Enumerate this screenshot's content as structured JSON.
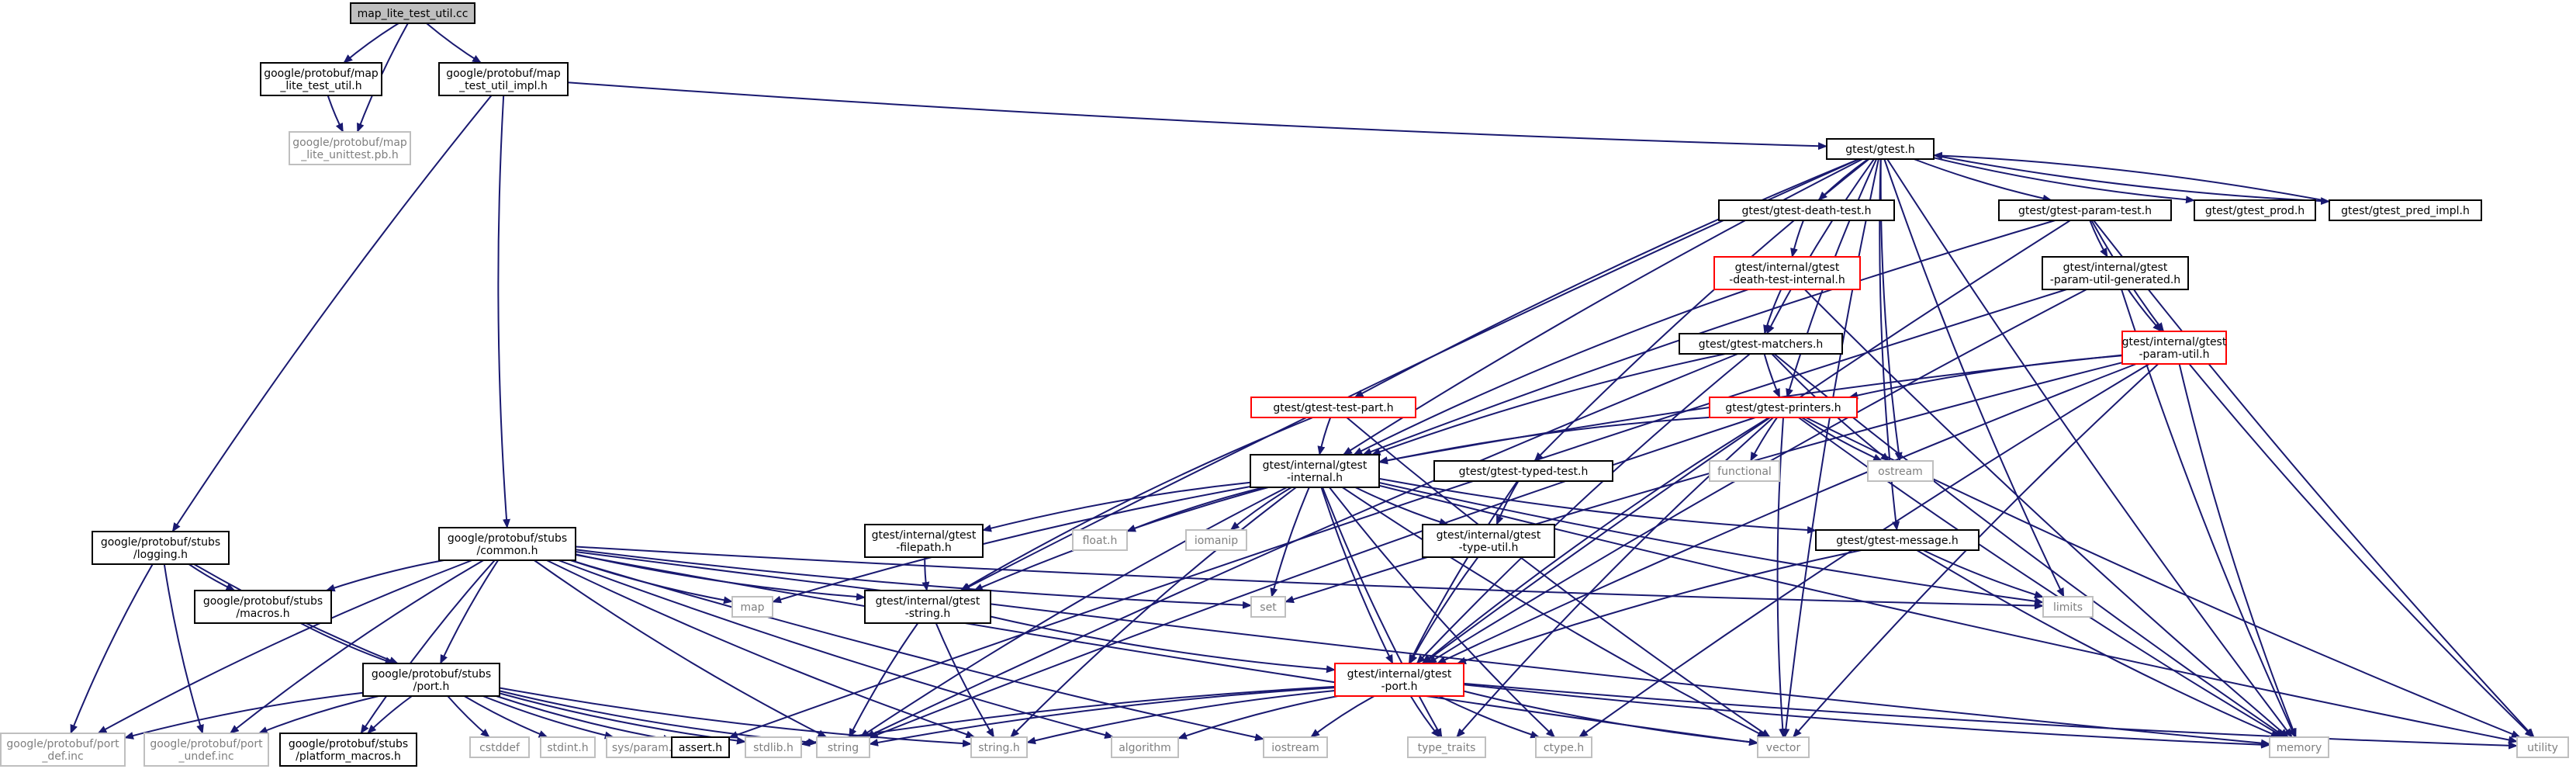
{
  "graph": {
    "nodes": [
      {
        "id": "map_lite_test_util_cc",
        "lines": [
          "map_lite_test_util.cc"
        ],
        "style": "root"
      },
      {
        "id": "map_lite_test_util_h",
        "lines": [
          "google/protobuf/map",
          "_lite_test_util.h"
        ],
        "style": "normal"
      },
      {
        "id": "map_test_util_impl_h",
        "lines": [
          "google/protobuf/map",
          "_test_util_impl.h"
        ],
        "style": "normal"
      },
      {
        "id": "map_lite_unittest_pb_h",
        "lines": [
          "google/protobuf/map",
          "_lite_unittest.pb.h"
        ],
        "style": "external"
      },
      {
        "id": "gtest_h",
        "lines": [
          "gtest/gtest.h"
        ],
        "style": "normal"
      },
      {
        "id": "gtest_death_test_h",
        "lines": [
          "gtest/gtest-death-test.h"
        ],
        "style": "normal"
      },
      {
        "id": "gtest_param_test_h",
        "lines": [
          "gtest/gtest-param-test.h"
        ],
        "style": "normal"
      },
      {
        "id": "gtest_prod_h",
        "lines": [
          "gtest/gtest_prod.h"
        ],
        "style": "normal"
      },
      {
        "id": "gtest_pred_impl_h",
        "lines": [
          "gtest/gtest_pred_impl.h"
        ],
        "style": "normal"
      },
      {
        "id": "death_test_internal_h",
        "lines": [
          "gtest/internal/gtest",
          "-death-test-internal.h"
        ],
        "style": "truncated"
      },
      {
        "id": "param_util_generated_h",
        "lines": [
          "gtest/internal/gtest",
          "-param-util-generated.h"
        ],
        "style": "normal"
      },
      {
        "id": "param_util_h",
        "lines": [
          "gtest/internal/gtest",
          "-param-util.h"
        ],
        "style": "truncated"
      },
      {
        "id": "gtest_matchers_h",
        "lines": [
          "gtest/gtest-matchers.h"
        ],
        "style": "normal"
      },
      {
        "id": "gtest_test_part_h",
        "lines": [
          "gtest/gtest-test-part.h"
        ],
        "style": "truncated"
      },
      {
        "id": "gtest_printers_h",
        "lines": [
          "gtest/gtest-printers.h"
        ],
        "style": "truncated"
      },
      {
        "id": "gtest_internal_h",
        "lines": [
          "gtest/internal/gtest",
          "-internal.h"
        ],
        "style": "normal"
      },
      {
        "id": "gtest_typed_test_h",
        "lines": [
          "gtest/gtest-typed-test.h"
        ],
        "style": "normal"
      },
      {
        "id": "functional",
        "lines": [
          "functional"
        ],
        "style": "external"
      },
      {
        "id": "ostream",
        "lines": [
          "ostream"
        ],
        "style": "external"
      },
      {
        "id": "filepath_h",
        "lines": [
          "gtest/internal/gtest",
          "-filepath.h"
        ],
        "style": "normal"
      },
      {
        "id": "float_h",
        "lines": [
          "float.h"
        ],
        "style": "external"
      },
      {
        "id": "iomanip",
        "lines": [
          "iomanip"
        ],
        "style": "external"
      },
      {
        "id": "type_util_h",
        "lines": [
          "gtest/internal/gtest",
          "-type-util.h"
        ],
        "style": "normal"
      },
      {
        "id": "gtest_message_h",
        "lines": [
          "gtest/gtest-message.h"
        ],
        "style": "normal"
      },
      {
        "id": "logging_h",
        "lines": [
          "google/protobuf/stubs",
          "/logging.h"
        ],
        "style": "normal"
      },
      {
        "id": "common_h",
        "lines": [
          "google/protobuf/stubs",
          "/common.h"
        ],
        "style": "normal"
      },
      {
        "id": "map",
        "lines": [
          "map"
        ],
        "style": "external"
      },
      {
        "id": "set",
        "lines": [
          "set"
        ],
        "style": "external"
      },
      {
        "id": "gtest_string_h",
        "lines": [
          "gtest/internal/gtest",
          "-string.h"
        ],
        "style": "normal"
      },
      {
        "id": "limits",
        "lines": [
          "limits"
        ],
        "style": "external"
      },
      {
        "id": "macros_h",
        "lines": [
          "google/protobuf/stubs",
          "/macros.h"
        ],
        "style": "normal"
      },
      {
        "id": "port_h",
        "lines": [
          "google/protobuf/stubs",
          "/port.h"
        ],
        "style": "normal"
      },
      {
        "id": "gtest_port_h",
        "lines": [
          "gtest/internal/gtest",
          "-port.h"
        ],
        "style": "truncated"
      },
      {
        "id": "port_def_inc",
        "lines": [
          "google/protobuf/port",
          "_def.inc"
        ],
        "style": "external"
      },
      {
        "id": "port_undef_inc",
        "lines": [
          "google/protobuf/port",
          "_undef.inc"
        ],
        "style": "external"
      },
      {
        "id": "platform_macros_h",
        "lines": [
          "google/protobuf/stubs",
          "/platform_macros.h"
        ],
        "style": "normal"
      },
      {
        "id": "cstddef",
        "lines": [
          "cstddef"
        ],
        "style": "external"
      },
      {
        "id": "stdint_h",
        "lines": [
          "stdint.h"
        ],
        "style": "external"
      },
      {
        "id": "sys_param_h",
        "lines": [
          "sys/param.h"
        ],
        "style": "external"
      },
      {
        "id": "assert_h",
        "lines": [
          "assert.h"
        ],
        "style": "normal"
      },
      {
        "id": "stdlib_h",
        "lines": [
          "stdlib.h"
        ],
        "style": "external"
      },
      {
        "id": "string",
        "lines": [
          "string"
        ],
        "style": "external"
      },
      {
        "id": "string_h",
        "lines": [
          "string.h"
        ],
        "style": "external"
      },
      {
        "id": "algorithm",
        "lines": [
          "algorithm"
        ],
        "style": "external"
      },
      {
        "id": "iostream",
        "lines": [
          "iostream"
        ],
        "style": "external"
      },
      {
        "id": "type_traits",
        "lines": [
          "type_traits"
        ],
        "style": "external"
      },
      {
        "id": "ctype_h",
        "lines": [
          "ctype.h"
        ],
        "style": "external"
      },
      {
        "id": "vector",
        "lines": [
          "vector"
        ],
        "style": "external"
      },
      {
        "id": "memory",
        "lines": [
          "memory"
        ],
        "style": "external"
      },
      {
        "id": "utility",
        "lines": [
          "utility"
        ],
        "style": "external"
      }
    ],
    "edges": [
      [
        "map_lite_test_util_cc",
        "map_lite_test_util_h"
      ],
      [
        "map_lite_test_util_cc",
        "map_test_util_impl_h"
      ],
      [
        "map_lite_test_util_cc",
        "map_lite_unittest_pb_h"
      ],
      [
        "map_lite_test_util_h",
        "map_lite_unittest_pb_h"
      ],
      [
        "map_test_util_impl_h",
        "gtest_h"
      ],
      [
        "map_test_util_impl_h",
        "logging_h"
      ],
      [
        "map_test_util_impl_h",
        "common_h"
      ],
      [
        "gtest_h",
        "gtest_death_test_h"
      ],
      [
        "gtest_h",
        "gtest_param_test_h"
      ],
      [
        "gtest_h",
        "gtest_prod_h"
      ],
      [
        "gtest_h",
        "gtest_pred_impl_h"
      ],
      [
        "gtest_h",
        "gtest_matchers_h"
      ],
      [
        "gtest_h",
        "gtest_test_part_h"
      ],
      [
        "gtest_h",
        "gtest_printers_h"
      ],
      [
        "gtest_h",
        "gtest_internal_h"
      ],
      [
        "gtest_h",
        "gtest_typed_test_h"
      ],
      [
        "gtest_h",
        "ostream"
      ],
      [
        "gtest_h",
        "gtest_message_h"
      ],
      [
        "gtest_h",
        "gtest_string_h"
      ],
      [
        "gtest_h",
        "limits"
      ],
      [
        "gtest_h",
        "vector"
      ],
      [
        "gtest_h",
        "memory"
      ],
      [
        "gtest_pred_impl_h",
        "gtest_h"
      ],
      [
        "gtest_death_test_h",
        "death_test_internal_h"
      ],
      [
        "death_test_internal_h",
        "gtest_matchers_h"
      ],
      [
        "death_test_internal_h",
        "gtest_internal_h"
      ],
      [
        "death_test_internal_h",
        "memory"
      ],
      [
        "gtest_param_test_h",
        "param_util_generated_h"
      ],
      [
        "gtest_param_test_h",
        "param_util_h"
      ],
      [
        "gtest_param_test_h",
        "gtest_internal_h"
      ],
      [
        "gtest_param_test_h",
        "gtest_port_h"
      ],
      [
        "gtest_param_test_h",
        "utility"
      ],
      [
        "param_util_generated_h",
        "param_util_h"
      ],
      [
        "param_util_generated_h",
        "gtest_port_h"
      ],
      [
        "param_util_generated_h",
        "assert_h"
      ],
      [
        "param_util_generated_h",
        "memory"
      ],
      [
        "param_util_h",
        "gtest_printers_h"
      ],
      [
        "param_util_h",
        "gtest_internal_h"
      ],
      [
        "param_util_h",
        "gtest_port_h"
      ],
      [
        "param_util_h",
        "set"
      ],
      [
        "param_util_h",
        "vector"
      ],
      [
        "param_util_h",
        "memory"
      ],
      [
        "param_util_h",
        "utility"
      ],
      [
        "param_util_h",
        "ctype_h"
      ],
      [
        "gtest_matchers_h",
        "gtest_printers_h"
      ],
      [
        "gtest_matchers_h",
        "gtest_internal_h"
      ],
      [
        "gtest_matchers_h",
        "gtest_port_h"
      ],
      [
        "gtest_matchers_h",
        "ostream"
      ],
      [
        "gtest_matchers_h",
        "memory"
      ],
      [
        "gtest_matchers_h",
        "string"
      ],
      [
        "gtest_test_part_h",
        "gtest_internal_h"
      ],
      [
        "gtest_test_part_h",
        "gtest_string_h"
      ],
      [
        "gtest_test_part_h",
        "vector"
      ],
      [
        "gtest_printers_h",
        "gtest_internal_h"
      ],
      [
        "gtest_printers_h",
        "gtest_port_h"
      ],
      [
        "gtest_printers_h",
        "functional"
      ],
      [
        "gtest_printers_h",
        "ostream"
      ],
      [
        "gtest_printers_h",
        "string"
      ],
      [
        "gtest_printers_h",
        "type_traits"
      ],
      [
        "gtest_printers_h",
        "vector"
      ],
      [
        "gtest_printers_h",
        "memory"
      ],
      [
        "gtest_printers_h",
        "utility"
      ],
      [
        "gtest_typed_test_h",
        "type_util_h"
      ],
      [
        "gtest_typed_test_h",
        "gtest_port_h"
      ],
      [
        "gtest_internal_h",
        "filepath_h"
      ],
      [
        "gtest_internal_h",
        "float_h"
      ],
      [
        "gtest_internal_h",
        "iomanip"
      ],
      [
        "gtest_internal_h",
        "type_util_h"
      ],
      [
        "gtest_internal_h",
        "gtest_message_h"
      ],
      [
        "gtest_internal_h",
        "gtest_string_h"
      ],
      [
        "gtest_internal_h",
        "gtest_port_h"
      ],
      [
        "gtest_internal_h",
        "map"
      ],
      [
        "gtest_internal_h",
        "set"
      ],
      [
        "gtest_internal_h",
        "string"
      ],
      [
        "gtest_internal_h",
        "string_h"
      ],
      [
        "gtest_internal_h",
        "type_traits"
      ],
      [
        "gtest_internal_h",
        "ctype_h"
      ],
      [
        "gtest_internal_h",
        "vector"
      ],
      [
        "gtest_internal_h",
        "limits"
      ],
      [
        "gtest_internal_h",
        "utility"
      ],
      [
        "filepath_h",
        "gtest_string_h"
      ],
      [
        "type_util_h",
        "gtest_port_h"
      ],
      [
        "gtest_message_h",
        "limits"
      ],
      [
        "gtest_message_h",
        "memory"
      ],
      [
        "gtest_message_h",
        "gtest_port_h"
      ],
      [
        "gtest_string_h",
        "gtest_port_h"
      ],
      [
        "gtest_string_h",
        "string"
      ],
      [
        "gtest_string_h",
        "string_h"
      ],
      [
        "gtest_port_h",
        "stdlib_h"
      ],
      [
        "gtest_port_h",
        "string"
      ],
      [
        "gtest_port_h",
        "string_h"
      ],
      [
        "gtest_port_h",
        "algorithm"
      ],
      [
        "gtest_port_h",
        "iostream"
      ],
      [
        "gtest_port_h",
        "type_traits"
      ],
      [
        "gtest_port_h",
        "ctype_h"
      ],
      [
        "gtest_port_h",
        "vector"
      ],
      [
        "gtest_port_h",
        "memory"
      ],
      [
        "gtest_port_h",
        "utility"
      ],
      [
        "logging_h",
        "macros_h"
      ],
      [
        "logging_h",
        "port_h"
      ],
      [
        "logging_h",
        "port_def_inc"
      ],
      [
        "logging_h",
        "port_undef_inc"
      ],
      [
        "common_h",
        "macros_h"
      ],
      [
        "common_h",
        "port_h"
      ],
      [
        "common_h",
        "map"
      ],
      [
        "common_h",
        "set"
      ],
      [
        "common_h",
        "gtest_string_h"
      ],
      [
        "common_h",
        "port_def_inc"
      ],
      [
        "common_h",
        "port_undef_inc"
      ],
      [
        "common_h",
        "platform_macros_h"
      ],
      [
        "common_h",
        "string"
      ],
      [
        "common_h",
        "string_h"
      ],
      [
        "common_h",
        "algorithm"
      ],
      [
        "common_h",
        "iostream"
      ],
      [
        "common_h",
        "vector"
      ],
      [
        "common_h",
        "memory"
      ],
      [
        "common_h",
        "limits"
      ],
      [
        "macros_h",
        "port_h"
      ],
      [
        "port_h",
        "port_def_inc"
      ],
      [
        "port_h",
        "port_undef_inc"
      ],
      [
        "port_h",
        "platform_macros_h"
      ],
      [
        "port_h",
        "cstddef"
      ],
      [
        "port_h",
        "stdint_h"
      ],
      [
        "port_h",
        "sys_param_h"
      ],
      [
        "port_h",
        "assert_h"
      ],
      [
        "port_h",
        "stdlib_h"
      ],
      [
        "port_h",
        "string"
      ],
      [
        "port_h",
        "string_h"
      ]
    ]
  },
  "styles": {
    "root": {
      "fill": "#bfbfbf",
      "stroke": "#000000",
      "text": "#000000"
    },
    "normal": {
      "fill": "#ffffff",
      "stroke": "#000000",
      "text": "#000000"
    },
    "external": {
      "fill": "#ffffff",
      "stroke": "#bfbfbf",
      "text": "#7f7f7f"
    },
    "truncated": {
      "fill": "#ffffff",
      "stroke": "#ff0000",
      "text": "#000000"
    },
    "edge": "#191970"
  }
}
